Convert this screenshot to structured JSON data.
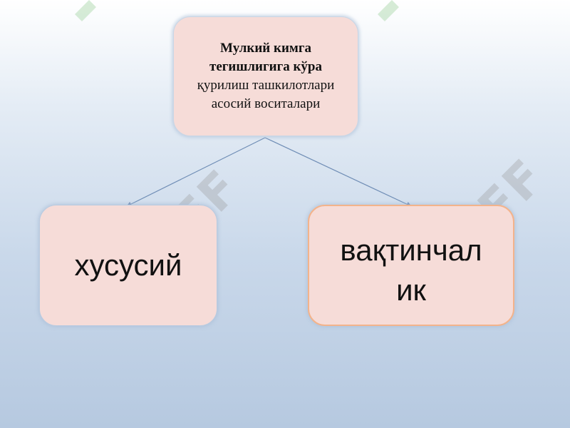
{
  "watermark": {
    "text": "SOFF",
    "icon": "soff-logo-icon"
  },
  "top_box": {
    "bold_line1": "Мулкий кимга",
    "bold_line2": "тегишлигига кўра",
    "line3": "қурилиш ташкилотлари",
    "line4": "асосий воситалари"
  },
  "left_box": {
    "label": "хусусий"
  },
  "right_box": {
    "line1": "вақтинчал",
    "line2": "ик"
  },
  "colors": {
    "box_fill": "#f6dcd8",
    "connector": "#6f8db5",
    "right_border": "#f3b38b",
    "watermark": "#969696"
  }
}
